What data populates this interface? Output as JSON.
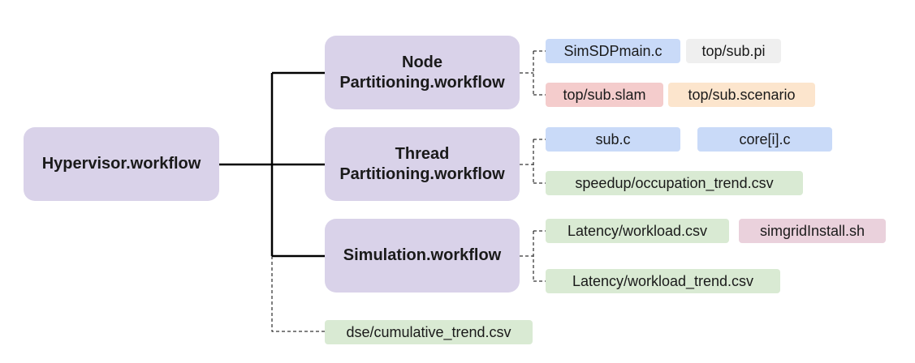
{
  "colors": {
    "workflow": "#d9d2e9",
    "c_file": "#c9daf8",
    "pi_file": "#efefef",
    "slam_file": "#f4cccc",
    "scenario_file": "#fce5cd",
    "csv_file": "#d9ead3",
    "sh_file": "#ead1dc",
    "line": "#000000"
  },
  "root": {
    "label": "Hypervisor.workflow"
  },
  "workflows": {
    "node": {
      "label": "Node\nPartitioning.workflow"
    },
    "thread": {
      "label": "Thread\nPartitioning.workflow"
    },
    "simulation": {
      "label": "Simulation.workflow"
    }
  },
  "files": {
    "node": {
      "simsdp_main": "SimSDPmain.c",
      "top_sub_pi": "top/sub.pi",
      "top_sub_slam": "top/sub.slam",
      "top_sub_scenario": "top/sub.scenario"
    },
    "thread": {
      "sub_c": "sub.c",
      "core_c": "core[i].c",
      "speedup_trend": "speedup/occupation_trend.csv"
    },
    "simulation": {
      "latency_workload": "Latency/workload.csv",
      "simgrid_install": "simgridInstall.sh",
      "latency_trend": "Latency/workload_trend.csv"
    },
    "root": {
      "dse_trend": "dse/cumulative_trend.csv"
    }
  }
}
